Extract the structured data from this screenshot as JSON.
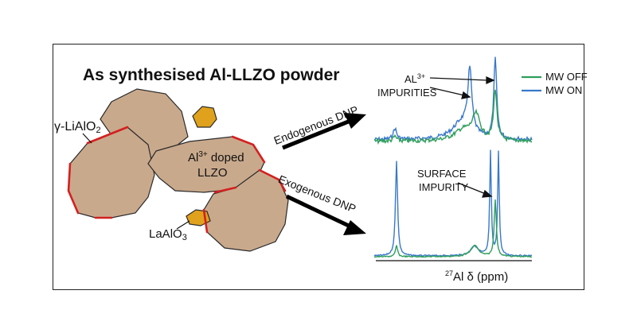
{
  "title": "As synthesised Al-LLZO powder",
  "labels": {
    "coating_prefix": "γ-LiAlO",
    "coating_sub": "2",
    "core_ion": "Al",
    "core_ion_sup": "3+",
    "core_suffix": " doped",
    "core_line2": "LLZO",
    "impurity_prefix": "LaAlO",
    "impurity_sub": "3"
  },
  "arrows": {
    "top": "Endogenous DNP",
    "bottom": "Exogenous DNP"
  },
  "spectra": {
    "annot_top_ion": "AL",
    "annot_top_sup": "3+",
    "annot_top_line2": "IMPURITIES",
    "annot_bottom_line1": "SURFACE",
    "annot_bottom_line2": "IMPURITY",
    "xlabel_isotope": "27",
    "xlabel_text": "Al δ (ppm)",
    "legend": [
      {
        "name": "MW OFF",
        "color": "#2e9e5b"
      },
      {
        "name": "MW ON",
        "color": "#3a78c9"
      }
    ]
  },
  "colors": {
    "particle": "#c9a98c",
    "coating": "#d42020",
    "impurity": "#e0a21c",
    "mw_off": "#2e9e5b",
    "mw_on": "#3a78c9"
  }
}
